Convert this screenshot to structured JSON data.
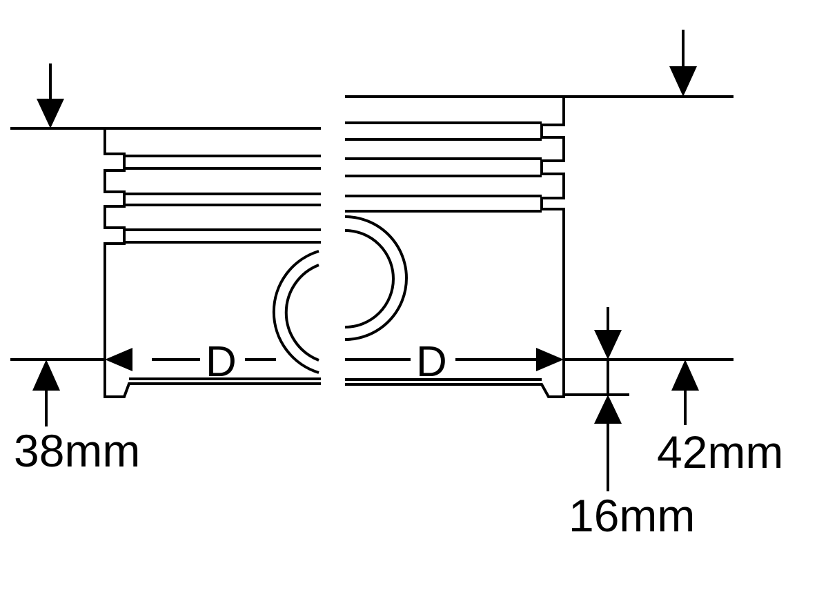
{
  "diagram": {
    "left_half": {
      "dimension_label": "38mm",
      "diameter_label": "D"
    },
    "right_half": {
      "dimension_label": "42mm",
      "diameter_label": "D",
      "skirt_offset_label": "16mm"
    },
    "colors": {
      "line": "#000000",
      "background": "#ffffff"
    }
  }
}
